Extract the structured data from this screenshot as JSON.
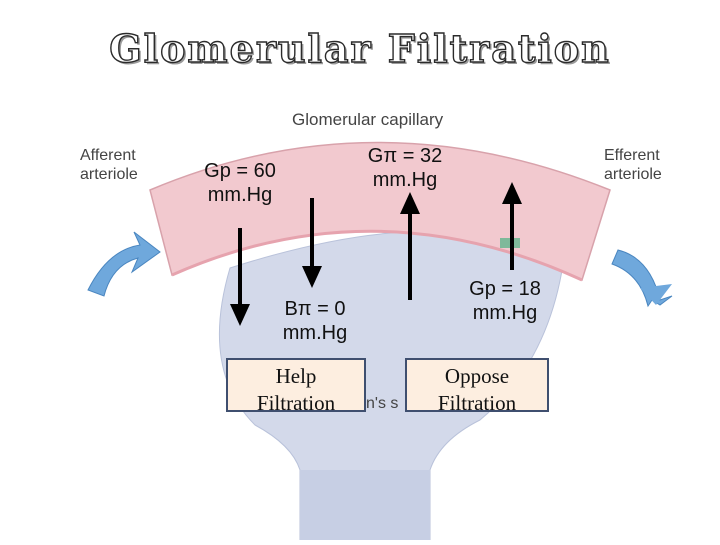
{
  "title": "Glomerular Filtration",
  "diagram": {
    "capillary_label": "Glomerular capillary",
    "afferent_label": [
      "Afferent",
      "arteriole"
    ],
    "efferent_label": [
      "Efferent",
      "arteriole"
    ],
    "capsule_fragment": "n's s"
  },
  "forces": {
    "gp_in": [
      "Gp = 60",
      "mm.Hg"
    ],
    "g_pi": [
      "Gπ = 32",
      "mm.Hg"
    ],
    "b_pi": [
      "Bπ = 0",
      "mm.Hg"
    ],
    "gp_out": [
      "Gp = 18",
      "mm.Hg"
    ]
  },
  "boxes": {
    "help": [
      "Help",
      "Filtration"
    ],
    "oppose": [
      "Oppose",
      "Filtration"
    ]
  },
  "colors": {
    "capillary_fill": "#f2c9cf",
    "capsule_fill": "#d3d9ea",
    "arrow_blue": "#6fa8dc",
    "box_fill": "#fdeee0",
    "box_border": "#3f4f6f"
  }
}
